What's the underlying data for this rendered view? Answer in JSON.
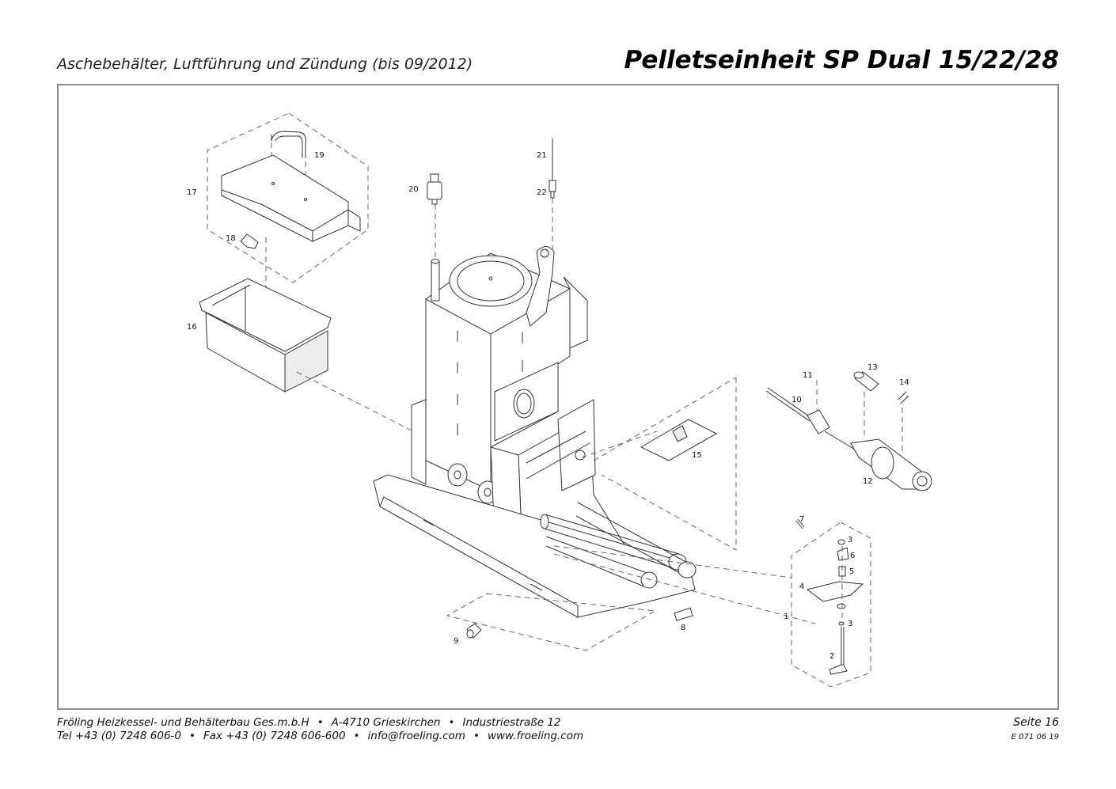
{
  "header": {
    "subtitle": "Aschebehälter, Luftführung und Zündung (bis 09/2012)",
    "title": "Pelletseinheit SP Dual 15/22/28"
  },
  "parts": {
    "p1": "1",
    "p2": "2",
    "p3a": "3",
    "p3b": "3",
    "p4": "4",
    "p5": "5",
    "p6": "6",
    "p7": "7",
    "p8": "8",
    "p9": "9",
    "p10": "10",
    "p11": "11",
    "p12": "12",
    "p13": "13",
    "p14": "14",
    "p15": "15",
    "p16": "16",
    "p17": "17",
    "p18": "18",
    "p19": "19",
    "p20": "20",
    "p21": "21",
    "p22": "22"
  },
  "footer": {
    "company": "Fröling Heizkessel- und Behälterbau Ges.m.b.H",
    "address": "A-4710 Grieskirchen",
    "street": "Industriestraße 12",
    "tel": "Tel +43 (0) 7248 606-0",
    "fax": "Fax +43 (0) 7248 606-600",
    "email": "info@froeling.com",
    "web": "www.froeling.com",
    "page": "Seite 16",
    "doc_code": "E 071 06 19"
  }
}
